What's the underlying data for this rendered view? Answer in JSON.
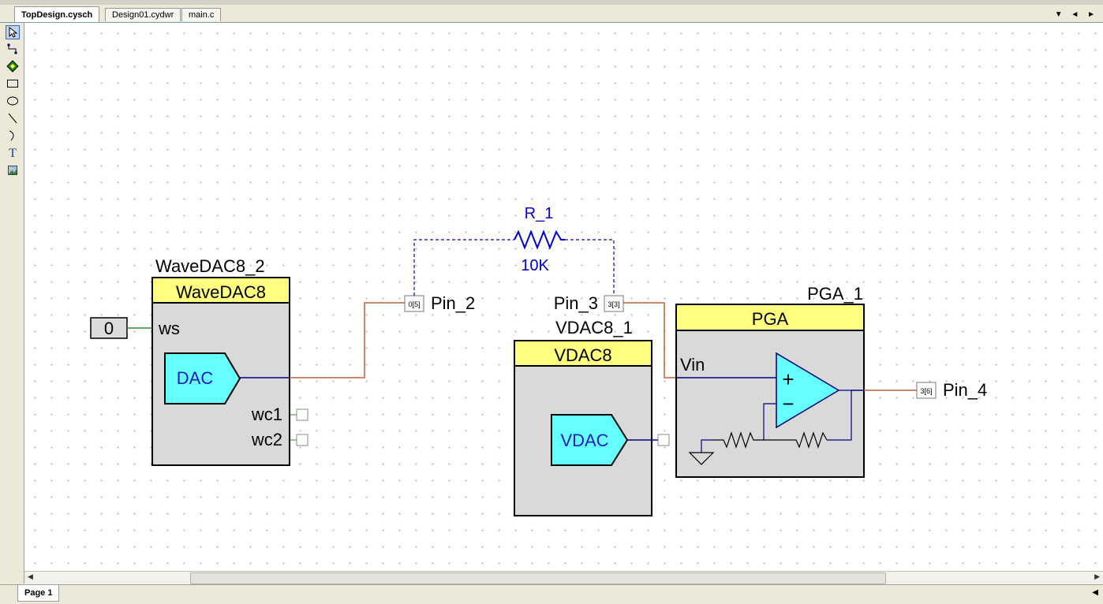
{
  "tabs": [
    "TopDesign.cysch",
    "Design01.cydwr",
    "main.c"
  ],
  "tab_nav": "▼ ◄ ►",
  "tools": [
    "pointer-tool-icon",
    "wire-tool-icon",
    "component-tool-icon",
    "rectangle-tool-icon",
    "ellipse-tool-icon",
    "line-tool-icon",
    "arc-tool-icon",
    "text-tool-icon",
    "image-tool-icon"
  ],
  "text_tool_glyph": "T",
  "schematic": {
    "wavedac": {
      "instance": "WaveDAC8_2",
      "title": "WaveDAC8",
      "symbol": "DAC",
      "terminals": [
        "ws",
        "wc1",
        "wc2"
      ]
    },
    "constant": {
      "value": "0"
    },
    "pin2": {
      "label": "Pin_2",
      "tag": "0[5]"
    },
    "pin3": {
      "label": "Pin_3",
      "tag": "3[3]"
    },
    "pin4": {
      "label": "Pin_4",
      "tag": "3[6]"
    },
    "resistor": {
      "name": "R_1",
      "value": "10K"
    },
    "vdac": {
      "instance": "VDAC8_1",
      "title": "VDAC8",
      "symbol": "VDAC"
    },
    "pga": {
      "instance": "PGA_1",
      "title": "PGA",
      "input": "Vin",
      "plus": "+",
      "minus": "−"
    }
  },
  "page_tab": "Page 1",
  "colors": {
    "block_header": "#ffff80",
    "block_body": "#d9d9d9",
    "symbol": "#66ffff",
    "net": "#c0603a",
    "signal": "#000080",
    "resistor": "#0000cc",
    "green_wire": "#2e8b2e"
  }
}
